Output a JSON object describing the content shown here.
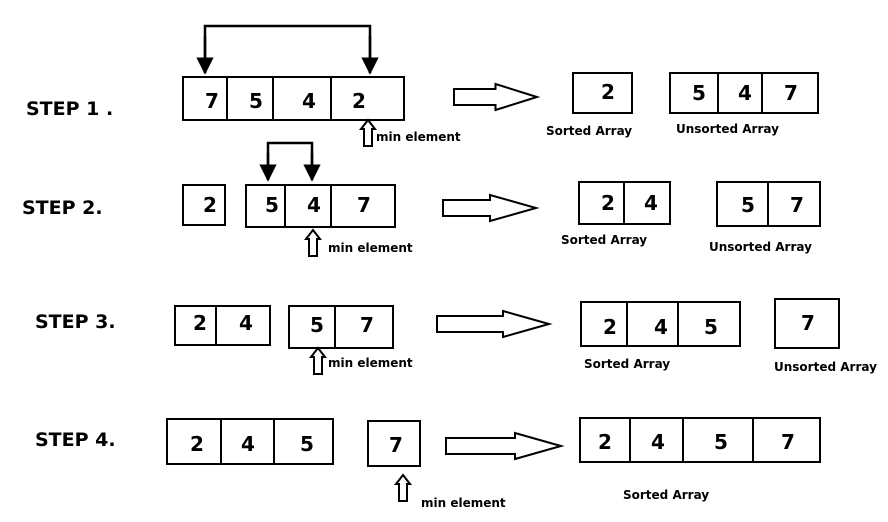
{
  "steps": [
    {
      "label": "STEP 1 .",
      "groups": [
        {
          "cells": [
            "7",
            "5",
            "4",
            "2"
          ]
        },
        {
          "cells": [
            "2"
          ],
          "caption": "Sorted Array"
        },
        {
          "cells": [
            "5",
            "4",
            "7"
          ],
          "caption": "Unsorted Array"
        }
      ],
      "pointer_label": "min element"
    },
    {
      "label": "STEP 2.",
      "groups": [
        {
          "cells": [
            "2"
          ]
        },
        {
          "cells": [
            "5",
            "4",
            "7"
          ]
        },
        {
          "cells": [
            "2",
            "4"
          ],
          "caption": "Sorted Array"
        },
        {
          "cells": [
            "5",
            "7"
          ],
          "caption": "Unsorted Array"
        }
      ],
      "pointer_label": "min element"
    },
    {
      "label": "STEP 3.",
      "groups": [
        {
          "cells": [
            "2",
            "4"
          ]
        },
        {
          "cells": [
            "5",
            "7"
          ]
        },
        {
          "cells": [
            "2",
            "4",
            "5"
          ],
          "caption": "Sorted Array"
        },
        {
          "cells": [
            "7"
          ],
          "caption": "Unsorted Array"
        }
      ],
      "pointer_label": "min element"
    },
    {
      "label": "STEP 4.",
      "groups": [
        {
          "cells": [
            "2",
            "4",
            "5"
          ]
        },
        {
          "cells": [
            "7"
          ]
        },
        {
          "cells": [
            "2",
            "4",
            "5",
            "7"
          ],
          "caption": "Sorted Array"
        }
      ],
      "pointer_label": "min element"
    }
  ]
}
